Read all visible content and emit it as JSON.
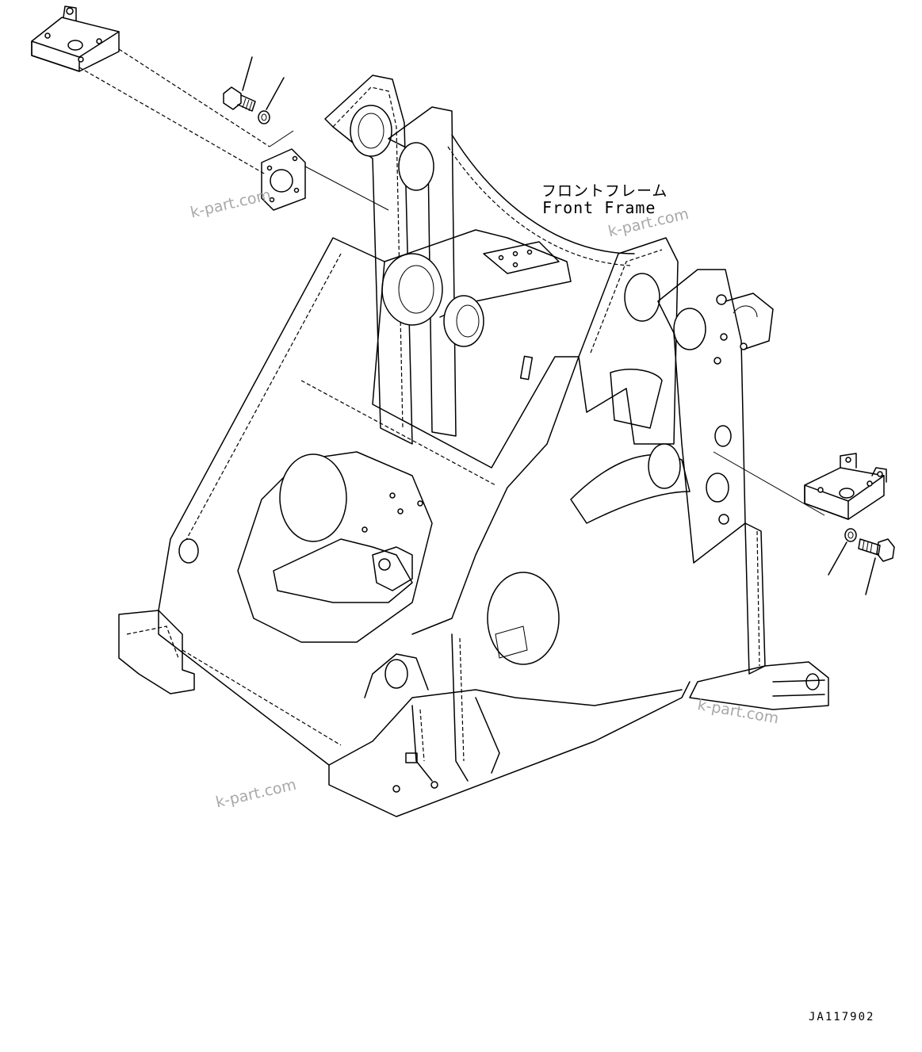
{
  "title_jp": "フロントフレーム",
  "title_en": "Front Frame",
  "drawing_number": "JA117902",
  "watermark": "k-part.com",
  "icons": {
    "frame": "front-frame-line-drawing",
    "bracket": "mounting-bracket",
    "bolt": "bolt",
    "washer": "washer"
  }
}
